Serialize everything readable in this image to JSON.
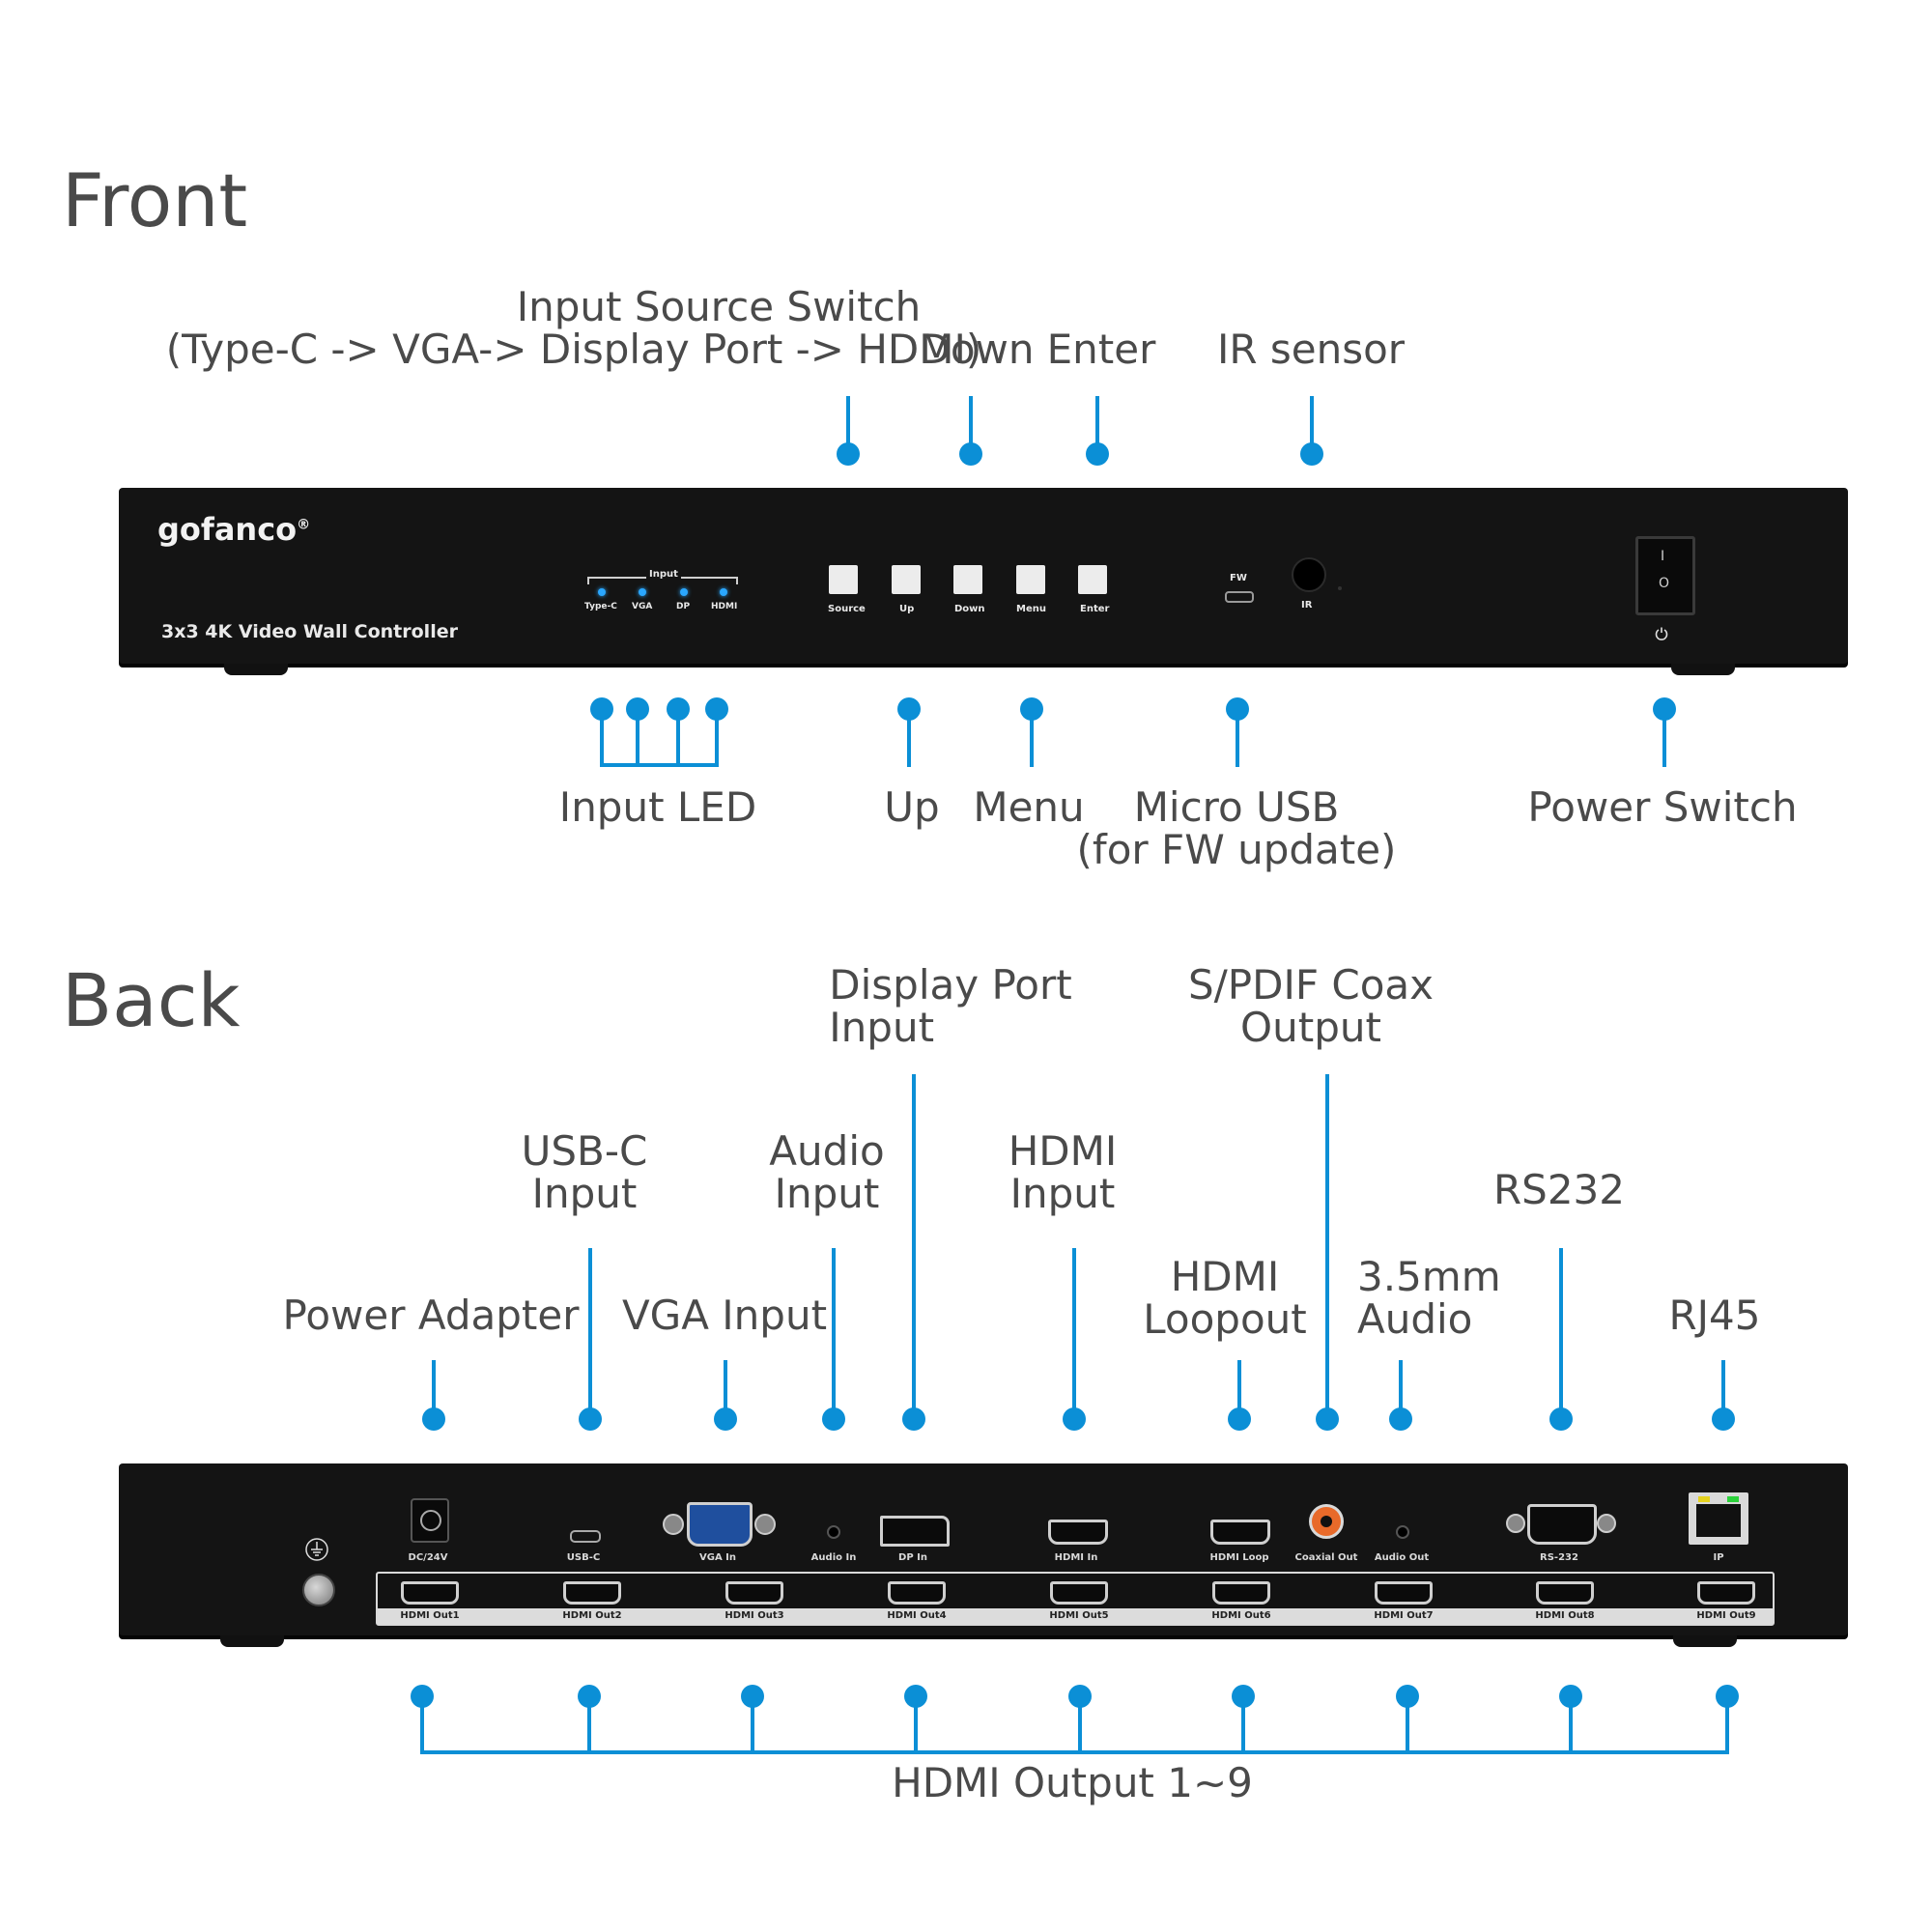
{
  "front": {
    "section_title": "Front",
    "callouts": {
      "source": [
        "Input Source Switch",
        "(Type-C -> VGA-> Display Port -> HDMI)"
      ],
      "down": "Down",
      "enter": "Enter",
      "ir": "IR sensor",
      "input_led": "Input LED",
      "up": "Up",
      "menu": "Menu",
      "micro_usb": [
        "Micro USB",
        "(for FW update)"
      ],
      "power_switch": "Power Switch"
    },
    "panel": {
      "brand": "gofanco",
      "brand_mark": "®",
      "model": "3x3 4K Video Wall Controller",
      "led_group_label": "Input",
      "leds": [
        "Type-C",
        "VGA",
        "DP",
        "HDMI"
      ],
      "buttons": [
        "Source",
        "Up",
        "Down",
        "Menu",
        "Enter"
      ],
      "fw_label": "FW",
      "ir_label": "IR",
      "rocker_on": "I",
      "rocker_off": "O"
    }
  },
  "back": {
    "section_title": "Back",
    "callouts": {
      "power_adapter": "Power Adapter",
      "usbc": [
        "USB-C",
        "Input"
      ],
      "vga": "VGA Input",
      "audio_in": [
        "Audio",
        "Input"
      ],
      "dp": [
        "Display Port",
        "Input"
      ],
      "hdmi_in": [
        "HDMI",
        "Input"
      ],
      "hdmi_loop": [
        "HDMI",
        "Loopout"
      ],
      "spdif": [
        "S/PDIF Coax",
        "Output"
      ],
      "audio_out": [
        "3.5mm",
        "Audio"
      ],
      "rs232": "RS232",
      "rj45": "RJ45",
      "hdmi_outputs": "HDMI Output 1~9"
    },
    "panel": {
      "port_labels": [
        "DC/24V",
        "USB-C",
        "VGA In",
        "Audio In",
        "DP In",
        "HDMI In",
        "HDMI Loop",
        "Coaxial Out",
        "Audio Out",
        "RS-232",
        "IP"
      ],
      "output_labels": [
        "HDMI Out1",
        "HDMI Out2",
        "HDMI Out3",
        "HDMI Out4",
        "HDMI Out5",
        "HDMI Out6",
        "HDMI Out7",
        "HDMI Out8",
        "HDMI Out9"
      ]
    }
  },
  "colors": {
    "accent": "#0b8fd6",
    "panel": "#141414",
    "text": "#4a4a4a",
    "led": "#2aa7ff"
  }
}
